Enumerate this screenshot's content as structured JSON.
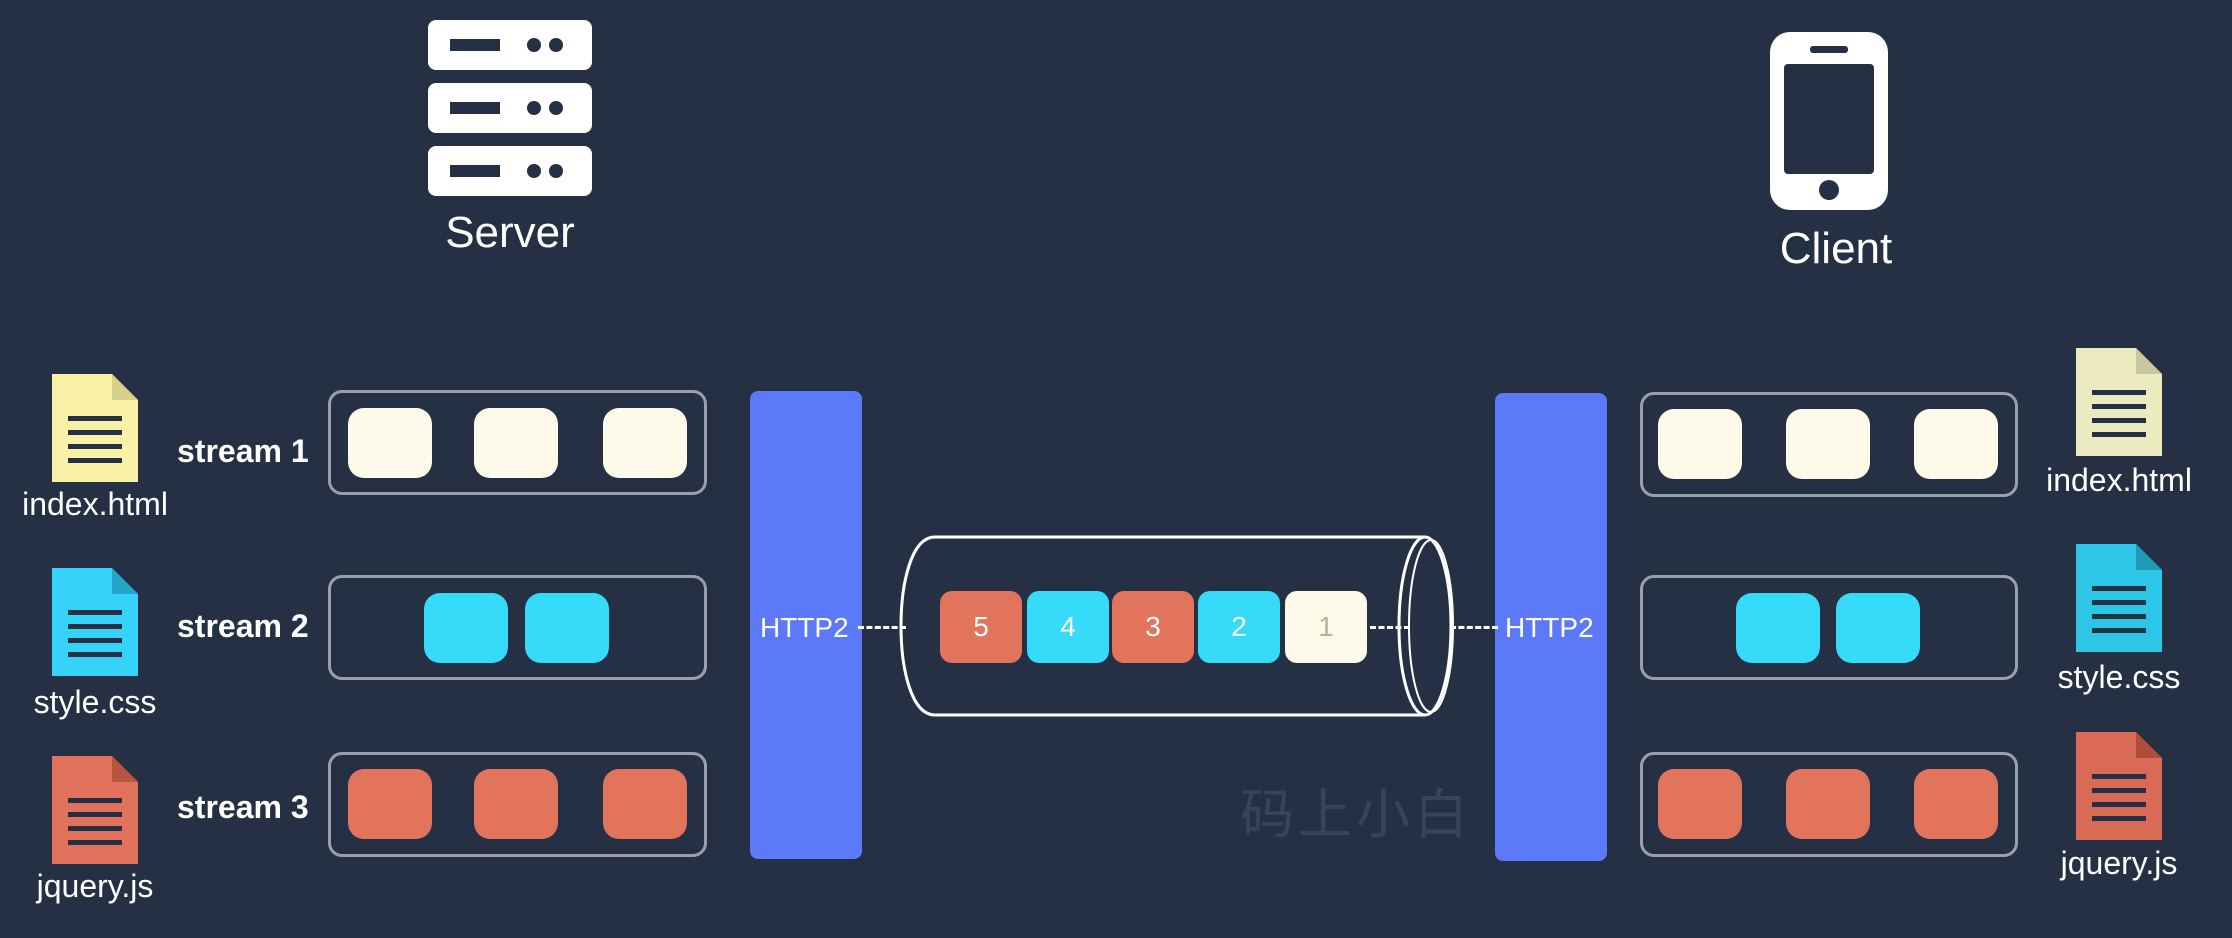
{
  "server": {
    "title": "Server"
  },
  "client": {
    "title": "Client"
  },
  "streams": [
    "stream 1",
    "stream 2",
    "stream 3"
  ],
  "files": {
    "html": {
      "name": "index.html",
      "color": "#f8f1a6"
    },
    "css": {
      "name": "style.css",
      "color": "#35d3f7"
    },
    "js": {
      "name": "jquery.js",
      "color": "#e2725b"
    }
  },
  "protocol": {
    "left": "HTTP2",
    "right": "HTTP2"
  },
  "tunnel_packets": [
    "5",
    "4",
    "3",
    "2",
    "1"
  ],
  "watermark": "码上小白",
  "colors": {
    "background": "#263045",
    "http2_bar": "#5b79f9",
    "html_block": "#fdfaea",
    "css_block": "#35dbf9",
    "js_block": "#e2745c"
  }
}
